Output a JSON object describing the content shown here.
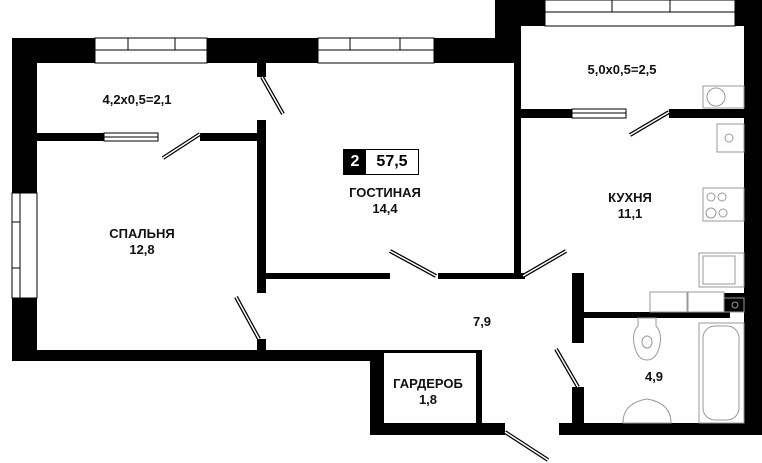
{
  "badge": {
    "rooms": "2",
    "area": "57,5"
  },
  "rooms": [
    {
      "name": "",
      "area": "4,2x0,5=2,1"
    },
    {
      "name": "",
      "area": "5,0x0,5=2,5"
    },
    {
      "name": "ГОСТИНАЯ",
      "area": "14,4"
    },
    {
      "name": "СПАЛЬНЯ",
      "area": "12,8"
    },
    {
      "name": "КУХНЯ",
      "area": "11,1"
    },
    {
      "name": "",
      "area": "7,9"
    },
    {
      "name": "",
      "area": "4,9"
    },
    {
      "name": "ГАРДЕРОБ",
      "area": "1,8"
    }
  ],
  "colors": {
    "wall": "#000000",
    "fixture": "#9a9a9a"
  }
}
